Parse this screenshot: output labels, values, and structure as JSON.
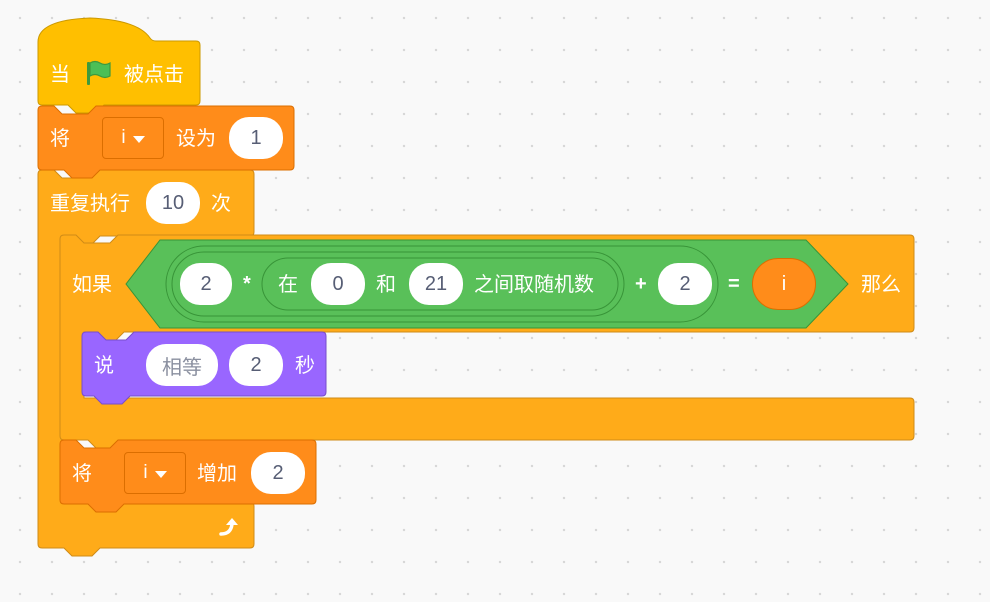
{
  "hat": {
    "when": "当",
    "clicked": "被点击",
    "flag_icon": "green-flag-icon"
  },
  "set_block": {
    "label": "将",
    "variable": "i",
    "set_to": "设为",
    "value": "1"
  },
  "repeat_block": {
    "label": "重复执行",
    "count": "10",
    "times": "次",
    "loop_icon": "loop-arrow-icon"
  },
  "if_block": {
    "if_label": "如果",
    "then_label": "那么"
  },
  "condition": {
    "multiplier": "2",
    "times_op": "*",
    "random_in": "在",
    "random_from": "0",
    "random_and": "和",
    "random_to": "21",
    "random_label": "之间取随机数",
    "plus_op": "+",
    "addend": "2",
    "eq_op": "=",
    "variable": "i"
  },
  "say_block": {
    "label": "说",
    "message": "相等",
    "seconds": "2",
    "seconds_label": "秒"
  },
  "change_block": {
    "label": "将",
    "variable": "i",
    "change_by": "增加",
    "value": "2"
  },
  "colors": {
    "events": "#ffbf00",
    "variables": "#ff8c1a",
    "control": "#ffab19",
    "operators": "#59c059",
    "looks": "#9966ff"
  }
}
